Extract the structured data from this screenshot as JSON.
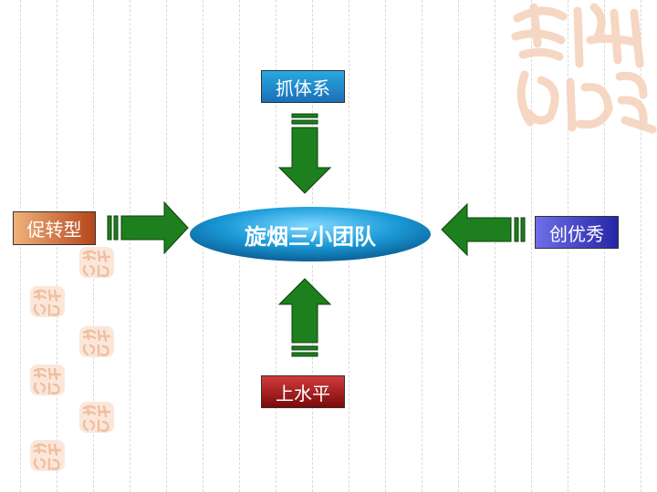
{
  "diagram": {
    "center": {
      "label": "旋烟三小团队"
    },
    "nodes": {
      "top": {
        "label": "抓体系"
      },
      "left": {
        "label": "促转型"
      },
      "right": {
        "label": "创优秀"
      },
      "bottom": {
        "label": "上水平"
      }
    }
  },
  "colors": {
    "arrow": "#1d7f1d",
    "center_ellipse": "#1a9ad8",
    "top_box": "#1b6fb8",
    "left_box": "#b5451b",
    "right_box": "#2626a8",
    "bottom_box": "#8b0d0d",
    "watermark": "#f6d3bd"
  }
}
